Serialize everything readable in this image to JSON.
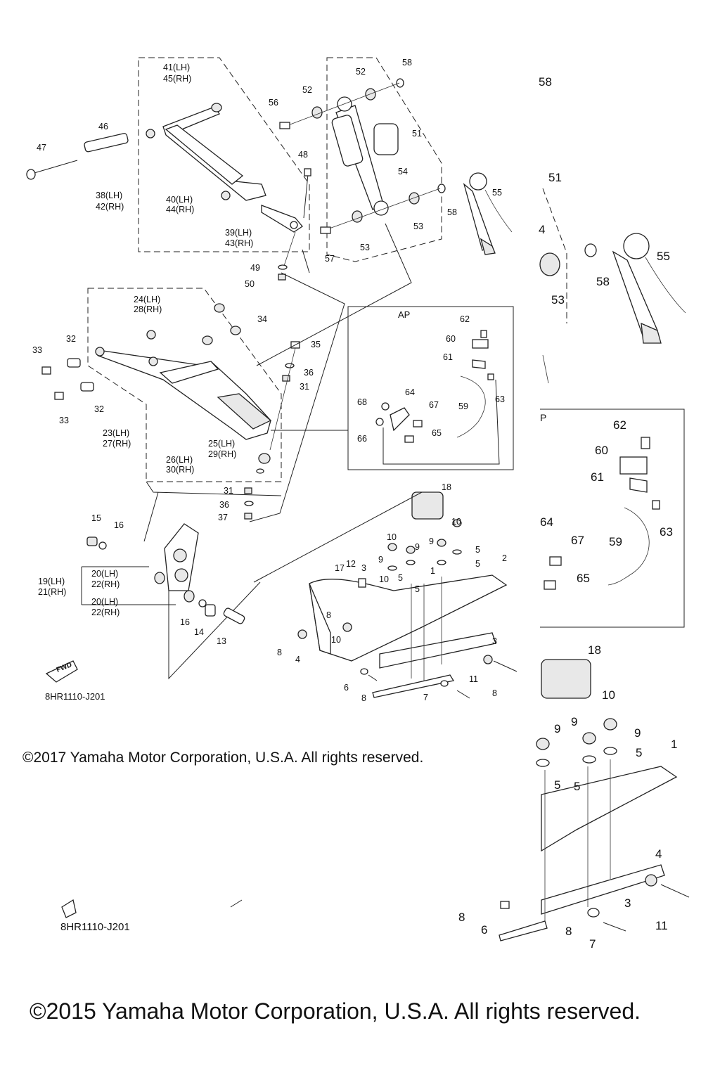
{
  "diagram": {
    "callouts_upper": [
      {
        "id": "c41",
        "text": "41(LH)"
      },
      {
        "id": "c45",
        "text": "45(RH)"
      },
      {
        "id": "c46",
        "text": "46"
      },
      {
        "id": "c47",
        "text": "47"
      },
      {
        "id": "c38",
        "text": "38(LH)"
      },
      {
        "id": "c42",
        "text": "42(RH)"
      },
      {
        "id": "c40",
        "text": "40(LH)"
      },
      {
        "id": "c44",
        "text": "44(RH)"
      },
      {
        "id": "c39",
        "text": "39(LH)"
      },
      {
        "id": "c43",
        "text": "43(RH)"
      },
      {
        "id": "c48",
        "text": "48"
      },
      {
        "id": "c49",
        "text": "49"
      },
      {
        "id": "c50",
        "text": "50"
      },
      {
        "id": "c56",
        "text": "56"
      },
      {
        "id": "c52a",
        "text": "52"
      },
      {
        "id": "c52b",
        "text": "52"
      },
      {
        "id": "c58a",
        "text": "58"
      },
      {
        "id": "c51",
        "text": "51"
      },
      {
        "id": "c54",
        "text": "54"
      },
      {
        "id": "c53a",
        "text": "53"
      },
      {
        "id": "c53b",
        "text": "53"
      },
      {
        "id": "c57",
        "text": "57"
      },
      {
        "id": "c58b",
        "text": "58"
      },
      {
        "id": "c55",
        "text": "55"
      },
      {
        "id": "c24",
        "text": "24(LH)"
      },
      {
        "id": "c28",
        "text": "28(RH)"
      },
      {
        "id": "c34",
        "text": "34"
      },
      {
        "id": "c33a",
        "text": "33"
      },
      {
        "id": "c32a",
        "text": "32"
      },
      {
        "id": "c33b",
        "text": "33"
      },
      {
        "id": "c32b",
        "text": "32"
      },
      {
        "id": "c35",
        "text": "35"
      },
      {
        "id": "c36a",
        "text": "36"
      },
      {
        "id": "c31a",
        "text": "31"
      },
      {
        "id": "c23",
        "text": "23(LH)"
      },
      {
        "id": "c27",
        "text": "27(RH)"
      },
      {
        "id": "c25",
        "text": "25(LH)"
      },
      {
        "id": "c29",
        "text": "29(RH)"
      },
      {
        "id": "c26",
        "text": "26(LH)"
      },
      {
        "id": "c30",
        "text": "30(RH)"
      },
      {
        "id": "c31b",
        "text": "31"
      },
      {
        "id": "c36b",
        "text": "36"
      },
      {
        "id": "c37",
        "text": "37"
      },
      {
        "id": "c62",
        "text": "62"
      },
      {
        "id": "c60",
        "text": "60"
      },
      {
        "id": "c61",
        "text": "61"
      },
      {
        "id": "c63",
        "text": "63"
      },
      {
        "id": "c59",
        "text": "59"
      },
      {
        "id": "c64",
        "text": "64"
      },
      {
        "id": "c67",
        "text": "67"
      },
      {
        "id": "c68",
        "text": "68"
      },
      {
        "id": "c66",
        "text": "66"
      },
      {
        "id": "c65",
        "text": "65"
      },
      {
        "id": "c15",
        "text": "15"
      },
      {
        "id": "c16a",
        "text": "16"
      },
      {
        "id": "c19",
        "text": "19(LH)"
      },
      {
        "id": "c21",
        "text": "21(RH)"
      },
      {
        "id": "c20a",
        "text": "20(LH)"
      },
      {
        "id": "c22a",
        "text": "22(RH)"
      },
      {
        "id": "c20b",
        "text": "20(LH)"
      },
      {
        "id": "c22b",
        "text": "22(RH)"
      },
      {
        "id": "c16b",
        "text": "16"
      },
      {
        "id": "c14",
        "text": "14"
      },
      {
        "id": "c13",
        "text": "13"
      },
      {
        "id": "c18",
        "text": "18"
      },
      {
        "id": "c10a",
        "text": "10"
      },
      {
        "id": "c10b",
        "text": "10"
      },
      {
        "id": "c9a",
        "text": "9"
      },
      {
        "id": "c9b",
        "text": "9"
      },
      {
        "id": "c9c",
        "text": "9"
      },
      {
        "id": "c5a",
        "text": "5"
      },
      {
        "id": "c5b",
        "text": "5"
      },
      {
        "id": "c5c",
        "text": "5"
      },
      {
        "id": "c5d",
        "text": "5"
      },
      {
        "id": "c1",
        "text": "1"
      },
      {
        "id": "c2",
        "text": "2"
      },
      {
        "id": "c17",
        "text": "17"
      },
      {
        "id": "c12",
        "text": "12"
      },
      {
        "id": "c3a",
        "text": "3"
      },
      {
        "id": "c10c",
        "text": "10"
      },
      {
        "id": "c8a",
        "text": "8"
      },
      {
        "id": "c10d",
        "text": "10"
      },
      {
        "id": "c8b",
        "text": "8"
      },
      {
        "id": "c4",
        "text": "4"
      },
      {
        "id": "c3b",
        "text": "3"
      },
      {
        "id": "c11",
        "text": "11"
      },
      {
        "id": "c8c",
        "text": "8"
      },
      {
        "id": "c6",
        "text": "6"
      },
      {
        "id": "c8d",
        "text": "8"
      },
      {
        "id": "c7",
        "text": "7"
      }
    ],
    "callouts_lower": [
      {
        "id": "d58",
        "text": "58"
      },
      {
        "id": "d51",
        "text": "51"
      },
      {
        "id": "d4",
        "text": "4"
      },
      {
        "id": "d53",
        "text": "53"
      },
      {
        "id": "d58b",
        "text": "58"
      },
      {
        "id": "d55",
        "text": "55"
      },
      {
        "id": "d62",
        "text": "62"
      },
      {
        "id": "d60",
        "text": "60"
      },
      {
        "id": "d61",
        "text": "61"
      },
      {
        "id": "d63",
        "text": "63"
      },
      {
        "id": "d59",
        "text": "59"
      },
      {
        "id": "d64",
        "text": "64"
      },
      {
        "id": "d67",
        "text": "67"
      },
      {
        "id": "d65",
        "text": "65"
      },
      {
        "id": "d18",
        "text": "18"
      },
      {
        "id": "d10",
        "text": "10"
      },
      {
        "id": "d9a",
        "text": "9"
      },
      {
        "id": "d9b",
        "text": "9"
      },
      {
        "id": "d9c",
        "text": "9"
      },
      {
        "id": "d5a",
        "text": "5"
      },
      {
        "id": "d5b",
        "text": "5"
      },
      {
        "id": "d5c",
        "text": "5"
      },
      {
        "id": "d1",
        "text": "1"
      },
      {
        "id": "d4b",
        "text": "4"
      },
      {
        "id": "d3",
        "text": "3"
      },
      {
        "id": "d11",
        "text": "11"
      },
      {
        "id": "d8a",
        "text": "8"
      },
      {
        "id": "d6",
        "text": "6"
      },
      {
        "id": "d8b",
        "text": "8"
      },
      {
        "id": "d7",
        "text": "7"
      }
    ],
    "panel_title": "AP",
    "panel_title_partial": "P",
    "fwd_label": "FWD",
    "diagram_code_top": "8HR1110-J201",
    "diagram_code_bottom": "8HR1110-J201",
    "copyright_2017": "©2017 Yamaha Motor Corporation, U.S.A. All rights reserved.",
    "copyright_2015": "©2015 Yamaha Motor Corporation, U.S.A. All rights reserved."
  }
}
